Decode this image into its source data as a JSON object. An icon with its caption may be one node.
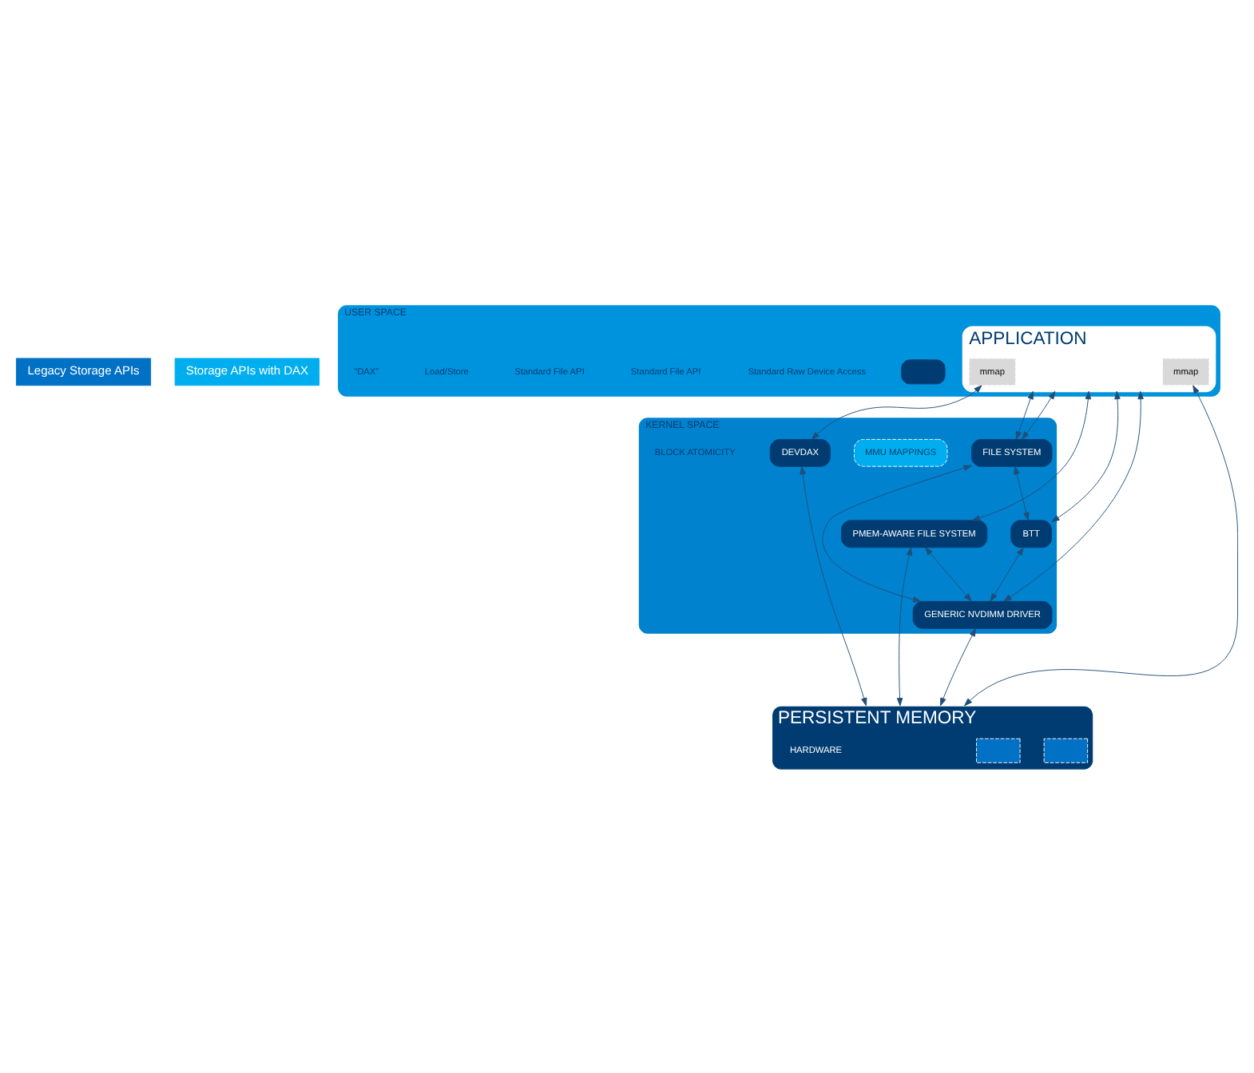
{
  "diagram": {
    "nodes": [
      {
        "text": [
          "Legacy Storage APIs"
        ]
      },
      {
        "text": [
          "Storage APIs with DAX"
        ]
      },
      {
        "text": [
          "USER SPACE"
        ]
      },
      {
        "text": [
          "APPLICATION"
        ],
        "in": 2
      },
      {
        "text": [
          "mmap"
        ],
        "in": 3
      },
      {
        "text": [
          "mmap"
        ],
        "in": 3
      },
      {
        "text": [],
        "shape": "box",
        "in": 2
      },
      {
        "text": [
          "KERNEL SPACE"
        ]
      },
      {
        "text": [
          "FILE SYSTEM"
        ],
        "in": 7
      },
      {
        "text": [
          "BTT"
        ],
        "in": 7
      },
      {
        "text": [
          "GENERIC NVDIMM DRIVER"
        ],
        "in": 7
      },
      {
        "text": [
          "PMEM-AWARE FILE SYSTEM"
        ],
        "in": 7
      },
      {
        "text": [
          "MMU MAPPINGS"
        ],
        "in": 7
      },
      {
        "text": [
          "DEVDAX"
        ],
        "in": 7
      },
      {
        "text": [
          "PERSISTENT MEMORY"
        ],
        "beside": [
          "HARDWARE"
        ]
      },
      {
        "text": [],
        "shape": "box",
        "in": 14
      },
      {
        "text": [],
        "shape": "box",
        "in": 14
      }
    ],
    "edges": [
      {
        "from": 3,
        "to": 10,
        "arrow": "both"
      },
      {
        "from": 3,
        "to": 9,
        "arrow": "both"
      },
      {
        "from": 3,
        "to": 8,
        "arrow": "both"
      },
      {
        "from": 3,
        "to": 8,
        "arrow": "both"
      },
      {
        "from": 8,
        "to": 9,
        "arrow": "both"
      },
      {
        "from": 9,
        "to": 10,
        "arrow": "both"
      },
      {
        "from": 8,
        "to": 10,
        "arrow": "both"
      },
      {
        "from": 10,
        "to": 14,
        "arrow": "both"
      },
      {
        "from": 3,
        "to": 11,
        "arrow": "both"
      },
      {
        "from": 11,
        "to": 10,
        "arrow": "both"
      },
      {
        "from": 11,
        "to": 14,
        "arrow": "both"
      },
      {
        "from": 4,
        "to": 14,
        "arrow": "both"
      },
      {
        "from": 5,
        "to": 13,
        "arrow": "both"
      },
      {
        "from": 13,
        "to": 14,
        "arrow": "both"
      }
    ],
    "labels": [
      "Standard Raw Device Access",
      "Standard File API",
      "Standard File API",
      "Load/Store",
      "“DAX”",
      "BLOCK ATOMICITY"
    ]
  }
}
